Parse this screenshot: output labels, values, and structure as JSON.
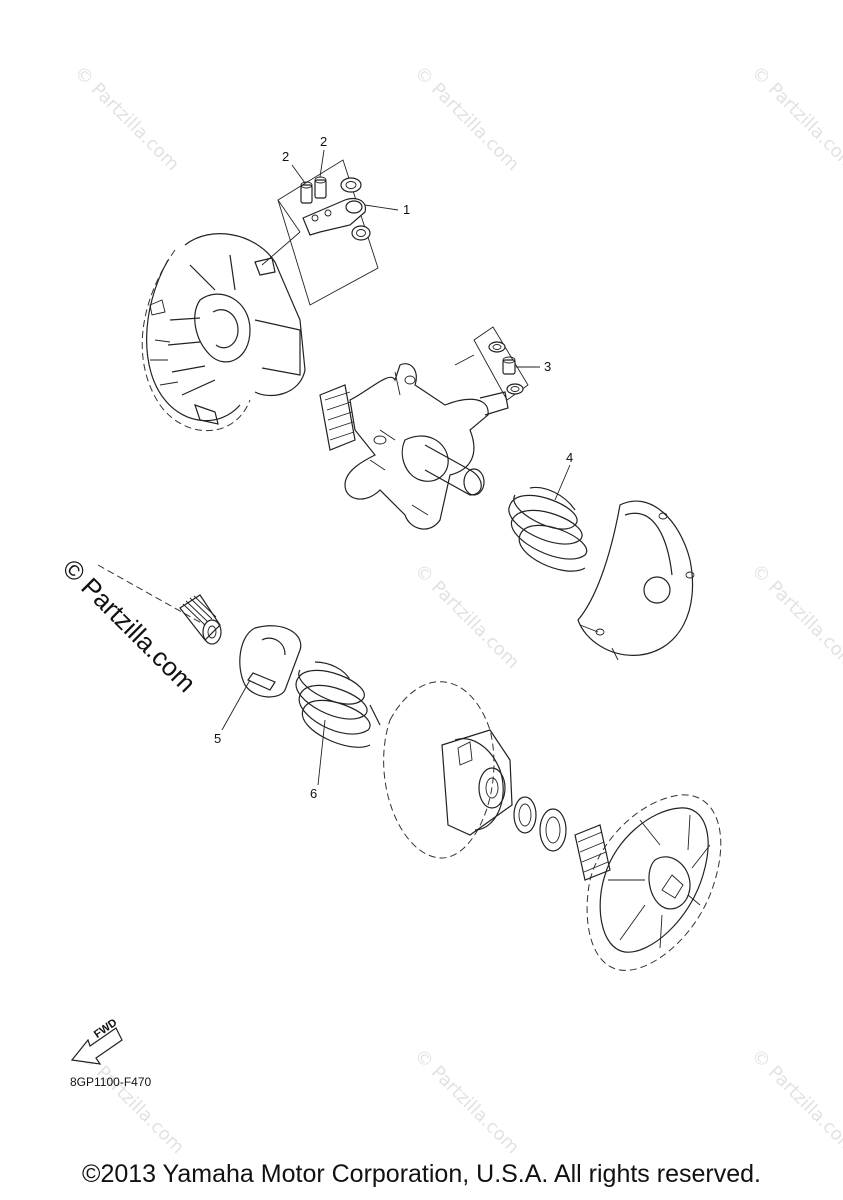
{
  "watermark": {
    "text": "© Partzilla.com"
  },
  "callouts": {
    "c1": "1",
    "c2a": "2",
    "c2b": "2",
    "c3": "3",
    "c4": "4",
    "c5": "5",
    "c6": "6"
  },
  "fwd_label": "FWD",
  "figure_code": "8GP1100-F470",
  "copyright": "©2013 Yamaha Motor Corporation, U.S.A. All rights reserved."
}
